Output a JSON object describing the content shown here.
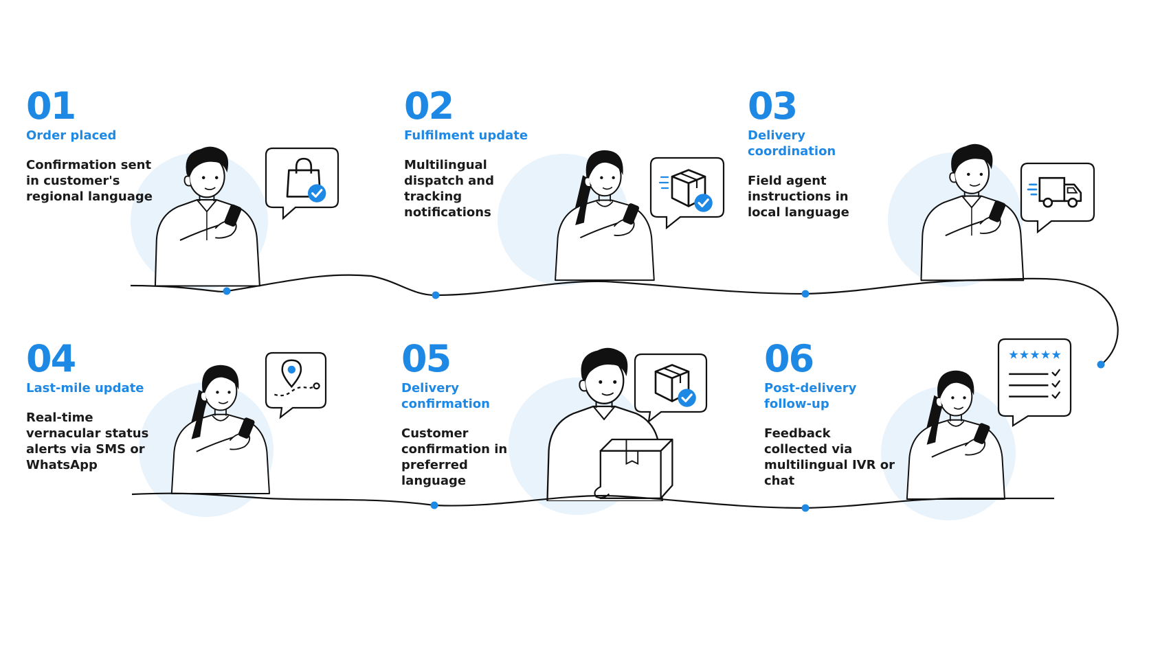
{
  "theme": {
    "accent": "#1e88e5",
    "ink": "#111111",
    "halo": "#e9f3fc"
  },
  "steps": [
    {
      "number": "01",
      "title": "Order placed",
      "description": "Confirmation sent in customer's regional language",
      "bubble_icon": "shopping-bag-check-icon",
      "person": "man-with-phone"
    },
    {
      "number": "02",
      "title": "Fulfilment update",
      "description": "Multilingual dispatch and tracking notifications",
      "bubble_icon": "package-check-icon",
      "person": "woman-with-phone"
    },
    {
      "number": "03",
      "title": "Delivery coordination",
      "description": "Field agent instructions in local language",
      "bubble_icon": "delivery-truck-icon",
      "person": "man-with-phone"
    },
    {
      "number": "04",
      "title": "Last-mile update",
      "description": "Real-time vernacular status alerts via SMS or WhatsApp",
      "bubble_icon": "location-pin-route-icon",
      "person": "woman-with-phone"
    },
    {
      "number": "05",
      "title": "Delivery confirmation",
      "description": "Customer confirmation in preferred language",
      "bubble_icon": "package-check-icon",
      "person": "man-holding-box"
    },
    {
      "number": "06",
      "title": "Post-delivery follow-up",
      "description": "Feedback collected via multilingual IVR or chat",
      "bubble_icon": "star-rating-checklist-icon",
      "person": "woman-with-phone"
    }
  ]
}
